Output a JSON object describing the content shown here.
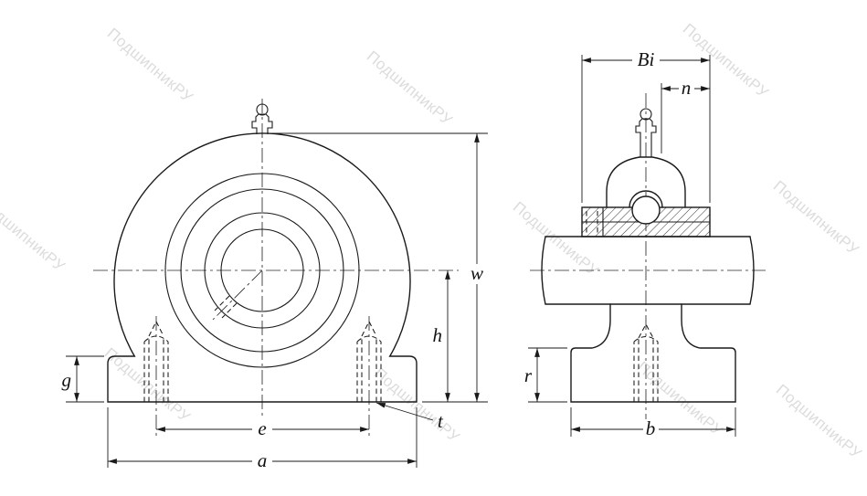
{
  "watermark": {
    "text": "ПодшипникРУ"
  },
  "colors": {
    "line": "#1a1a1a",
    "watermark": "#c7c7c7",
    "background": "#ffffff"
  },
  "dimensions": {
    "front_view": {
      "overall_width": "a",
      "hole_spacing": "e",
      "base_edge_height": "g",
      "center_height": "h",
      "overall_height": "w",
      "thread_callout": "t"
    },
    "side_view": {
      "inner_ring_width": "Bi",
      "inner_ring_protrusion": "n",
      "base_height": "r",
      "base_length": "b"
    }
  }
}
